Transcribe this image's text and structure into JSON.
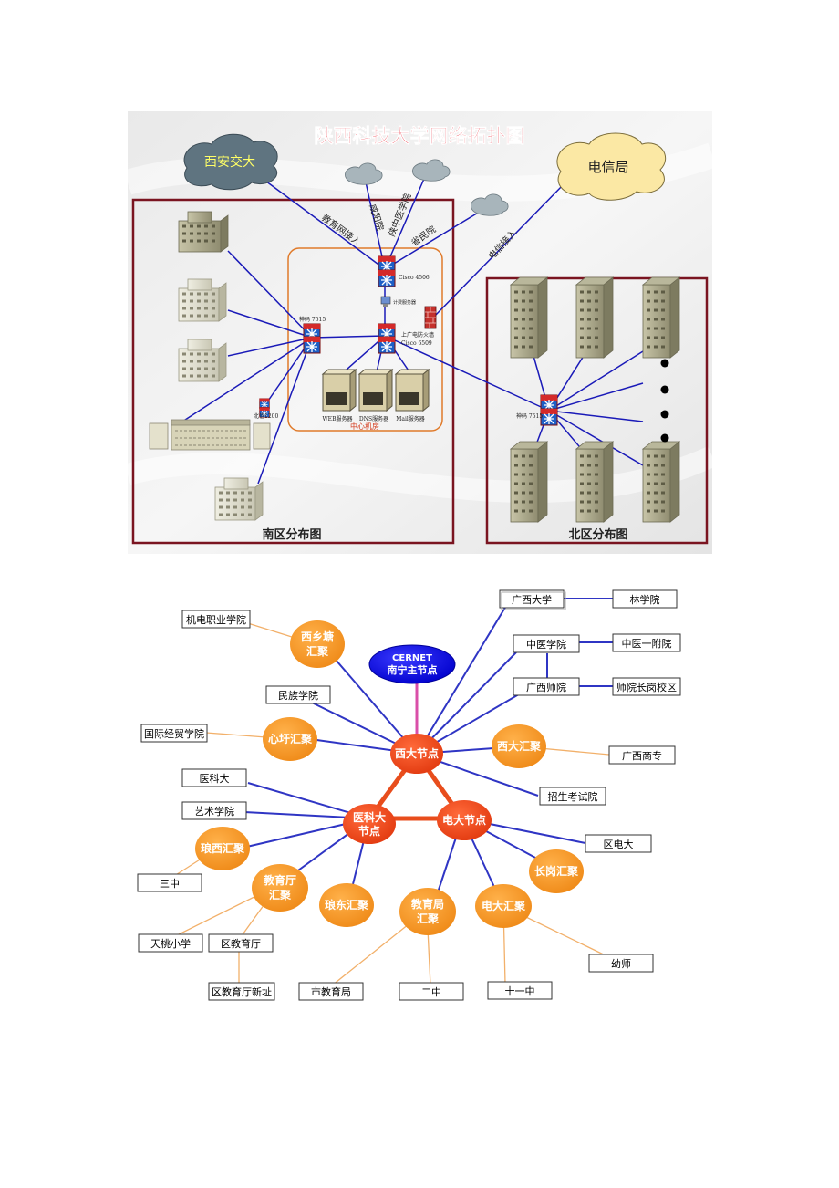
{
  "topology": {
    "title": "陕西科技大学网络拓扑图",
    "clouds": [
      {
        "id": "xajd",
        "label": "西安交大"
      },
      {
        "id": "dxj",
        "label": "电信局"
      }
    ],
    "links": {
      "jiaoyu": "教育网接入",
      "xianyang": "咸阳院",
      "zhongyi": "陕中医学院",
      "sheming": "省民院",
      "dianxin": "电信接入"
    },
    "devices": {
      "cisco4506": "Cisco 4506",
      "jfw7515_s": "神码 7515",
      "jfw7515_n": "神码 7515",
      "cisco6509_a": "上广电防火墙",
      "cisco6509_b": "Cisco 6509",
      "billing": "计费服务器",
      "s1200": "北信1200"
    },
    "servers": [
      "WEB服务器",
      "DNS服务器",
      "Mail服务器"
    ],
    "center": "中心机房",
    "south": "南区分布图",
    "north": "北区分布图"
  },
  "mindmap": {
    "cernet": [
      "CERNET",
      "南宁主节点"
    ],
    "hubs": {
      "xida": "西大节点",
      "yike": [
        "医科大",
        "节点"
      ],
      "dianda": "电大节点"
    },
    "aggregates": {
      "xixiang": [
        "西乡塘",
        "汇聚"
      ],
      "xinxu": "心圩汇聚",
      "xida_hj": "西大汇聚",
      "langxi": "琅西汇聚",
      "jiaoyuting": [
        "教育厅",
        "汇聚"
      ],
      "langdong": "琅东汇聚",
      "jiaoyuju": [
        "教育局",
        "汇聚"
      ],
      "dianda_hj": "电大汇聚",
      "changgang": "长岗汇聚"
    },
    "boxes": {
      "gxdx": "广西大学",
      "lxy": "林学院",
      "zyxy": "中医学院",
      "zyyfy": "中医一附院",
      "gxsy": "广西师院",
      "syzg": "师院长岗校区",
      "jdzy": "机电职业学院",
      "mzxy": "民族学院",
      "gjjm": "国际经贸学院",
      "gxsz": "广西商专",
      "ykd": "医科大",
      "ysxy": "艺术学院",
      "zsks": "招生考试院",
      "qdd": "区电大",
      "sanzhong": "三中",
      "tthxx": "天桃小学",
      "qjyt": "区教育厅",
      "qjytxz": "区教育厅新址",
      "sjyj": "市教育局",
      "erzhong": "二中",
      "shiyizhong": "十一中",
      "youshi": "幼师"
    }
  }
}
